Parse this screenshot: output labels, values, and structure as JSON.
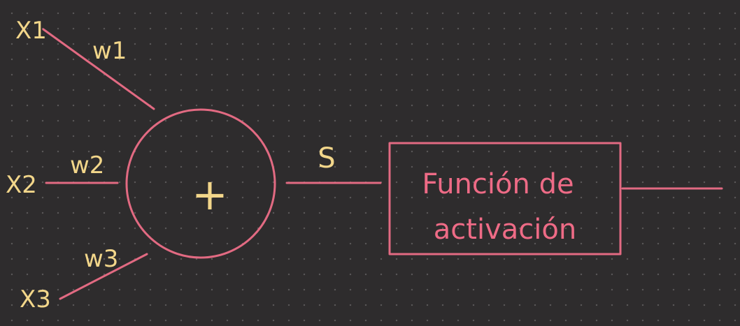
{
  "inputs": [
    {
      "label": "X1"
    },
    {
      "label": "X2"
    },
    {
      "label": "X3"
    }
  ],
  "weights": [
    {
      "label": "w1"
    },
    {
      "label": "w2"
    },
    {
      "label": "w3"
    }
  ],
  "summation": {
    "symbol": "+"
  },
  "sum_output": {
    "label": "S"
  },
  "activation_box": {
    "line1": "Función de",
    "line2": "activación"
  },
  "colors": {
    "background": "#2e2c2d",
    "stroke": "#e26a82",
    "label_yellow": "#f2d68a",
    "label_pink": "#ee6b86"
  }
}
